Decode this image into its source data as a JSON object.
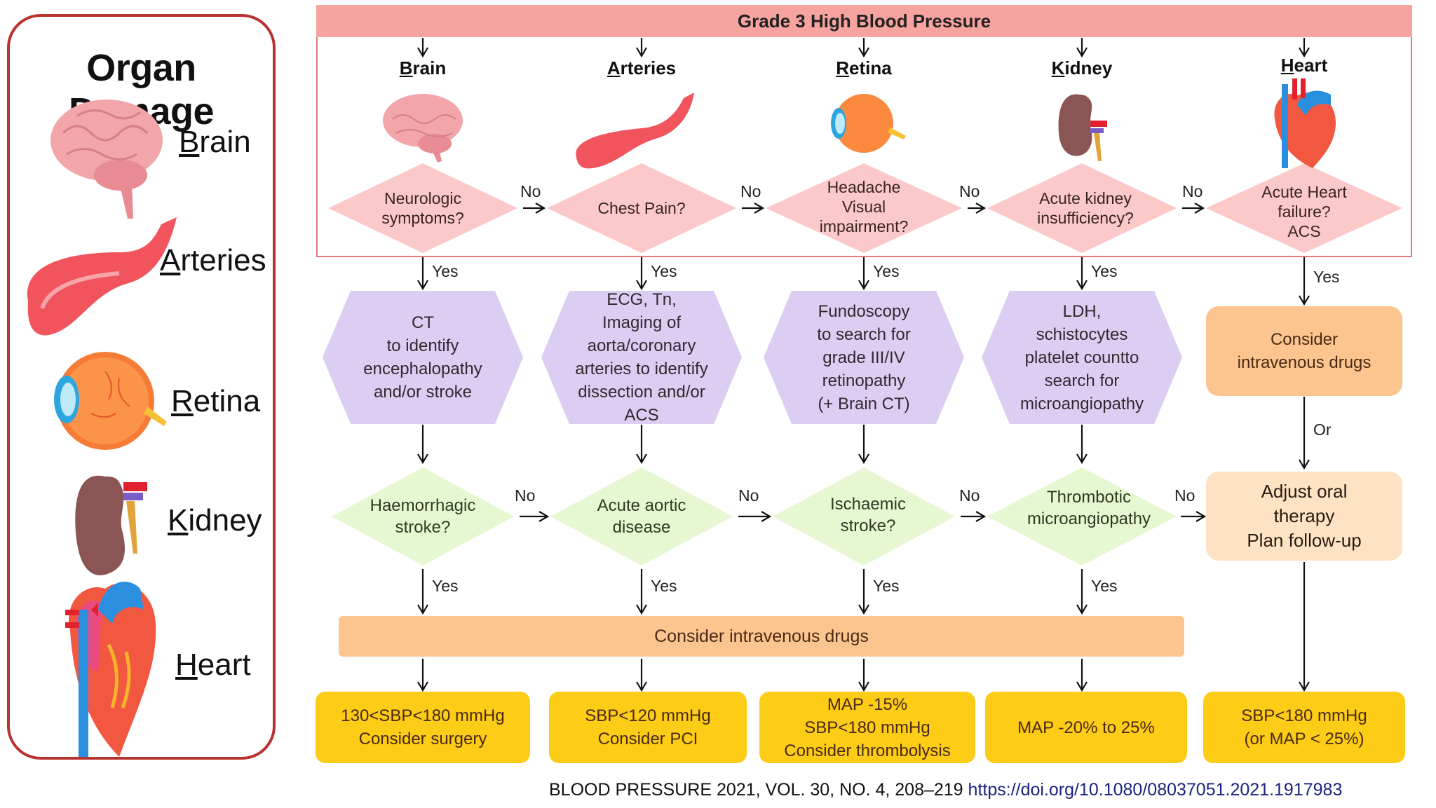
{
  "left_panel": {
    "title": "Organ Damage",
    "organs": [
      {
        "initial": "B",
        "rest": "rain",
        "icon": "brain-icon"
      },
      {
        "initial": "A",
        "rest": "rteries",
        "icon": "artery-icon"
      },
      {
        "initial": "R",
        "rest": "etina",
        "icon": "eye-icon"
      },
      {
        "initial": "K",
        "rest": "idney",
        "icon": "kidney-icon"
      },
      {
        "initial": "H",
        "rest": "eart",
        "icon": "heart-icon"
      }
    ]
  },
  "header": {
    "title": "Grade 3 High Blood Pressure"
  },
  "columns": [
    {
      "initial": "B",
      "rest": "rain",
      "question": [
        "Neurologic",
        "symptoms?"
      ],
      "workup": [
        "CT",
        "to identify",
        "encephalopathy",
        "and/or stroke"
      ],
      "condition": [
        "Haemorrhagic",
        "stroke?"
      ],
      "target": [
        "130<SBP<180 mmHg",
        "Consider surgery"
      ]
    },
    {
      "initial": "A",
      "rest": "rteries",
      "question": [
        "Chest Pain?"
      ],
      "workup": [
        "ECG, Tn,",
        "Imaging of",
        "aorta/coronary",
        "arteries to identify",
        "dissection and/or",
        "ACS"
      ],
      "condition": [
        "Acute aortic",
        "disease"
      ],
      "target": [
        "SBP<120 mmHg",
        "Consider PCI"
      ]
    },
    {
      "initial": "R",
      "rest": "etina",
      "question": [
        "Headache",
        "Visual",
        "impairment?"
      ],
      "workup": [
        "Fundoscopy",
        "to search for",
        "grade III/IV",
        "retinopathy",
        "(+ Brain CT)"
      ],
      "condition": [
        "Ischaemic",
        "stroke?"
      ],
      "target": [
        "MAP -15%",
        "SBP<180 mmHg",
        "Consider thrombolysis"
      ]
    },
    {
      "initial": "K",
      "rest": "idney",
      "question": [
        "Acute kidney",
        "insufficiency?"
      ],
      "workup": [
        "LDH,",
        "schistocytes",
        "platelet countto",
        "search for",
        "microangiopathy"
      ],
      "condition": [
        "Thrombotic",
        "microangiopathy"
      ],
      "target": [
        "MAP -20% to 25%"
      ]
    },
    {
      "initial": "H",
      "rest": "eart",
      "question": [
        "Acute Heart",
        "failure?",
        "ACS"
      ],
      "iv_box": [
        "Consider",
        "intravenous drugs"
      ],
      "adjust_box": [
        "Adjust oral",
        "therapy",
        "Plan follow-up"
      ],
      "target": [
        "SBP<180 mmHg",
        "(or MAP < 25%)"
      ]
    }
  ],
  "edge_labels": {
    "yes": "Yes",
    "no": "No",
    "or": "Or"
  },
  "iv_bar": {
    "label": "Consider intravenous drugs"
  },
  "citation": {
    "text": "BLOOD PRESSURE 2021, VOL. 30, NO. 4, 208–219",
    "link": "https://doi.org/10.1080/08037051.2021.1917983"
  },
  "colors": {
    "header": "#f7a3a0",
    "border": "#b8322f",
    "question_diamond": "#fbc9c9",
    "workup_hexagon": "#dccdf2",
    "condition_diamond": "#e6f7d2",
    "iv_box": "#fcc590",
    "adjust_box": "#fde3c4",
    "target_box": "#fccc16",
    "link": "#1a237e"
  }
}
